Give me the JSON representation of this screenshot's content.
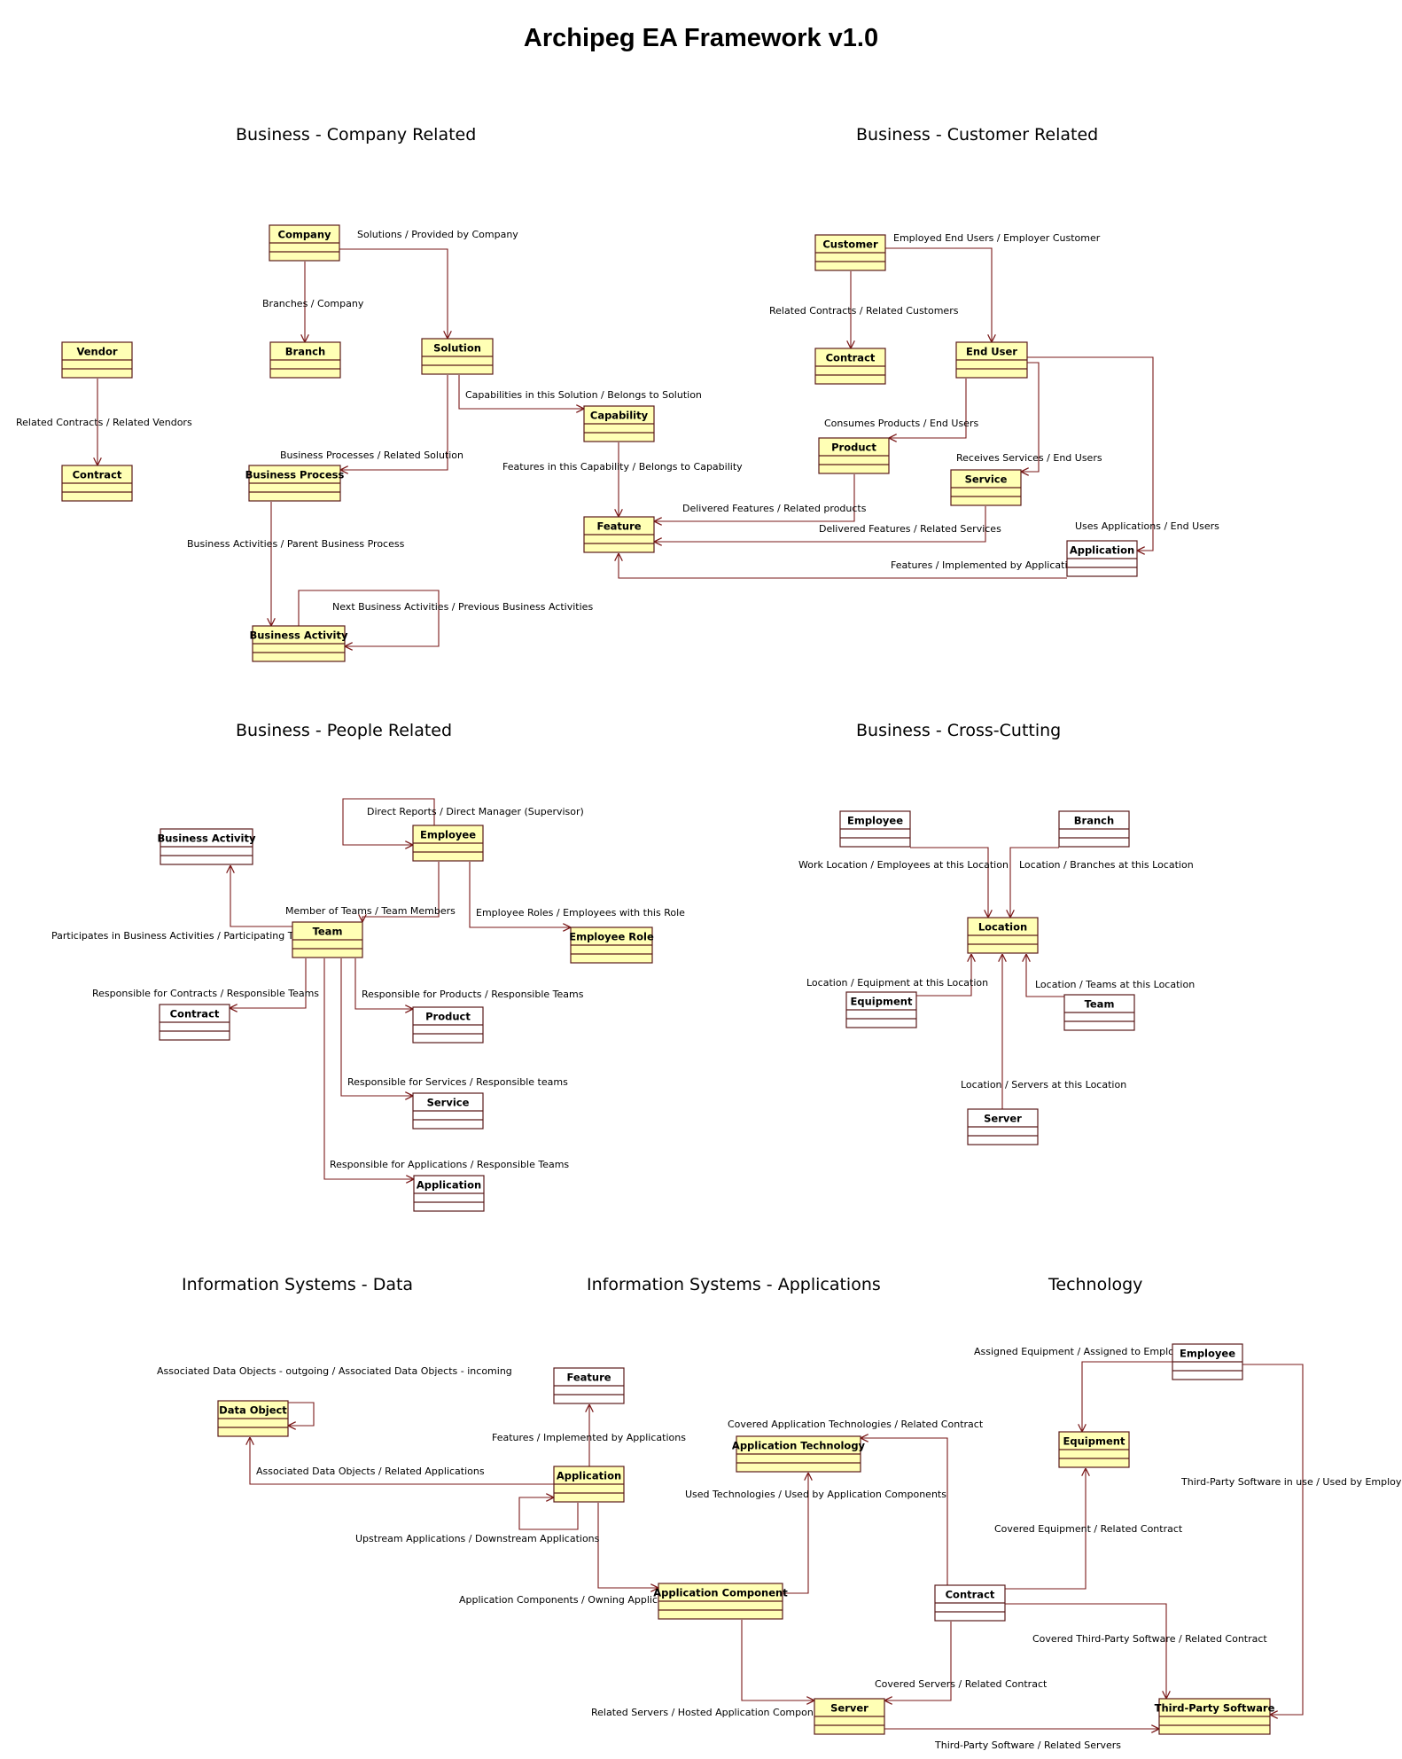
{
  "title": "Archipeg EA Framework v1.0",
  "colors": {
    "highlight": "#ffffb5",
    "plain": "#ffffff",
    "line": "#7a1a1a"
  },
  "sections": [
    {
      "id": "s1",
      "label": "Business - Company Related"
    },
    {
      "id": "s2",
      "label": "Business - Customer Related"
    },
    {
      "id": "s3",
      "label": "Business - People Related"
    },
    {
      "id": "s4",
      "label": "Business - Cross-Cutting"
    },
    {
      "id": "s5",
      "label": "Information Systems - Data"
    },
    {
      "id": "s6",
      "label": "Information Systems - Applications"
    },
    {
      "id": "s7",
      "label": "Technology"
    }
  ],
  "nodes": [
    {
      "id": "company",
      "label": "Company",
      "style": "highlight"
    },
    {
      "id": "branch",
      "label": "Branch",
      "style": "highlight"
    },
    {
      "id": "solution",
      "label": "Solution",
      "style": "highlight"
    },
    {
      "id": "vendor",
      "label": "Vendor",
      "style": "highlight"
    },
    {
      "id": "contract1",
      "label": "Contract",
      "style": "highlight"
    },
    {
      "id": "capability",
      "label": "Capability",
      "style": "highlight"
    },
    {
      "id": "bproc",
      "label": "Business Process",
      "style": "highlight"
    },
    {
      "id": "feature1",
      "label": "Feature",
      "style": "highlight"
    },
    {
      "id": "bact1",
      "label": "Business Activity",
      "style": "highlight"
    },
    {
      "id": "customer",
      "label": "Customer",
      "style": "highlight"
    },
    {
      "id": "contract2",
      "label": "Contract",
      "style": "highlight"
    },
    {
      "id": "enduser",
      "label": "End User",
      "style": "highlight"
    },
    {
      "id": "product1",
      "label": "Product",
      "style": "highlight"
    },
    {
      "id": "service1",
      "label": "Service",
      "style": "highlight"
    },
    {
      "id": "app1",
      "label": "Application",
      "style": "plain"
    },
    {
      "id": "bact2",
      "label": "Business Activity",
      "style": "plain"
    },
    {
      "id": "employee1",
      "label": "Employee",
      "style": "highlight"
    },
    {
      "id": "team1",
      "label": "Team",
      "style": "highlight"
    },
    {
      "id": "emprole",
      "label": "Employee Role",
      "style": "highlight"
    },
    {
      "id": "contract3",
      "label": "Contract",
      "style": "plain"
    },
    {
      "id": "product2",
      "label": "Product",
      "style": "plain"
    },
    {
      "id": "service2",
      "label": "Service",
      "style": "plain"
    },
    {
      "id": "app2",
      "label": "Application",
      "style": "plain"
    },
    {
      "id": "employee2",
      "label": "Employee",
      "style": "plain"
    },
    {
      "id": "branch2",
      "label": "Branch",
      "style": "plain"
    },
    {
      "id": "location",
      "label": "Location",
      "style": "highlight"
    },
    {
      "id": "equipment1",
      "label": "Equipment",
      "style": "plain"
    },
    {
      "id": "team2",
      "label": "Team",
      "style": "plain"
    },
    {
      "id": "server1",
      "label": "Server",
      "style": "plain"
    },
    {
      "id": "dataobj",
      "label": "Data Object",
      "style": "highlight"
    },
    {
      "id": "feature2",
      "label": "Feature",
      "style": "plain"
    },
    {
      "id": "app3",
      "label": "Application",
      "style": "highlight"
    },
    {
      "id": "apptech",
      "label": "Application Technology",
      "style": "highlight"
    },
    {
      "id": "appcomp",
      "label": "Application Component",
      "style": "highlight"
    },
    {
      "id": "server2",
      "label": "Server",
      "style": "highlight"
    },
    {
      "id": "contract4",
      "label": "Contract",
      "style": "plain"
    },
    {
      "id": "employee3",
      "label": "Employee",
      "style": "plain"
    },
    {
      "id": "equipment2",
      "label": "Equipment",
      "style": "highlight"
    },
    {
      "id": "tps",
      "label": "Third-Party Software",
      "style": "highlight"
    }
  ],
  "edges": [
    {
      "id": "e1",
      "label": "Solutions / Provided by Company"
    },
    {
      "id": "e2",
      "label": "Branches / Company"
    },
    {
      "id": "e3",
      "label": "Related Contracts / Related Vendors"
    },
    {
      "id": "e4",
      "label": "Capabilities in this Solution / Belongs to Solution"
    },
    {
      "id": "e5",
      "label": "Business Processes / Related Solution"
    },
    {
      "id": "e6",
      "label": "Features in this Capability / Belongs to Capability"
    },
    {
      "id": "e7",
      "label": "Business Activities / Parent Business Process"
    },
    {
      "id": "e8",
      "label": "Next Business Activities / Previous Business Activities"
    },
    {
      "id": "e9",
      "label": "Employed End Users / Employer Customer"
    },
    {
      "id": "e10",
      "label": "Related Contracts / Related Customers"
    },
    {
      "id": "e11",
      "label": "Consumes Products / End Users"
    },
    {
      "id": "e12",
      "label": "Receives Services / End Users"
    },
    {
      "id": "e13",
      "label": "Uses Applications / End Users"
    },
    {
      "id": "e14",
      "label": "Delivered Features / Related products"
    },
    {
      "id": "e15",
      "label": "Delivered Features / Related Services"
    },
    {
      "id": "e16",
      "label": "Features / Implemented by Applications"
    },
    {
      "id": "e17",
      "label": "Direct Reports / Direct Manager (Supervisor)"
    },
    {
      "id": "e18",
      "label": "Member of Teams / Team Members"
    },
    {
      "id": "e19",
      "label": "Employee Roles / Employees with this Role"
    },
    {
      "id": "e20",
      "label": "Participates in Business Activities / Participating Teams"
    },
    {
      "id": "e21",
      "label": "Responsible for Contracts / Responsible Teams"
    },
    {
      "id": "e22",
      "label": "Responsible for Products / Responsible Teams"
    },
    {
      "id": "e23",
      "label": "Responsible for Services / Responsible teams"
    },
    {
      "id": "e24",
      "label": "Responsible for Applications / Responsible Teams"
    },
    {
      "id": "e25",
      "label": "Work Location / Employees at this Location"
    },
    {
      "id": "e26",
      "label": "Location / Branches at this Location"
    },
    {
      "id": "e27",
      "label": "Location / Equipment at this Location"
    },
    {
      "id": "e28",
      "label": "Location / Teams at this Location"
    },
    {
      "id": "e29",
      "label": "Location / Servers at this Location"
    },
    {
      "id": "e30",
      "label": "Associated Data Objects - outgoing / Associated Data Objects - incoming"
    },
    {
      "id": "e31",
      "label": "Associated Data Objects / Related Applications"
    },
    {
      "id": "e32",
      "label": "Features / Implemented by Applications"
    },
    {
      "id": "e33",
      "label": "Upstream Applications / Downstream Applications"
    },
    {
      "id": "e34",
      "label": "Application Components / Owning Application"
    },
    {
      "id": "e35",
      "label": "Covered Application Technologies / Related Contract"
    },
    {
      "id": "e36",
      "label": "Used Technologies / Used by Application Components"
    },
    {
      "id": "e37",
      "label": "Related Servers / Hosted Application Components"
    },
    {
      "id": "e38",
      "label": "Covered Servers / Related Contract"
    },
    {
      "id": "e39",
      "label": "Assigned Equipment / Assigned to Employees"
    },
    {
      "id": "e40",
      "label": "Covered Equipment / Related Contract"
    },
    {
      "id": "e41",
      "label": "Third-Party Software in use / Used by Employees"
    },
    {
      "id": "e42",
      "label": "Covered Third-Party Software / Related Contract"
    },
    {
      "id": "e43",
      "label": "Third-Party Software / Related Servers"
    }
  ]
}
